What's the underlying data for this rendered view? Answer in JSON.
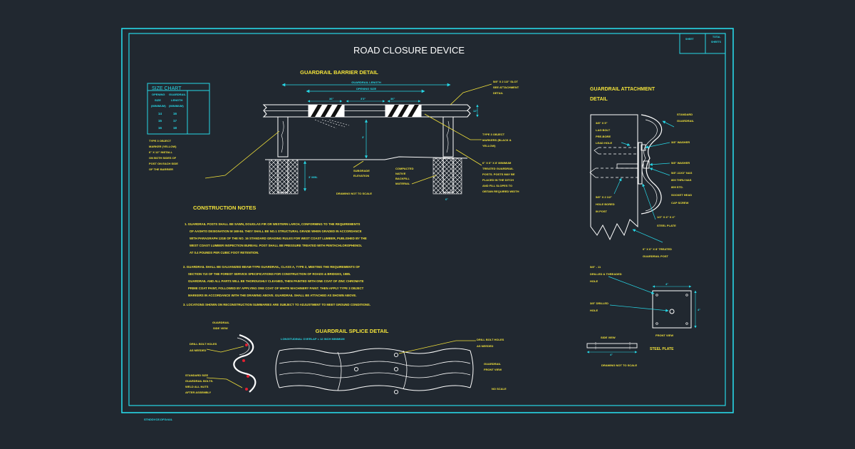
{
  "title": "ROAD CLOSURE DEVICE",
  "title_block": {
    "sheet": "SHEET",
    "total": "TOTAL",
    "sheets": "SHEETS"
  },
  "file_name": "STNDDVCE.DFG#AIL",
  "barrier": {
    "heading": "GUARDRAIL BARRIER DETAIL",
    "guardrail_length": "GUARDRAIL LENGTH",
    "opening_size": "OPENING SIZE",
    "dim_left": "36\"",
    "dim_mid": "3'3\"",
    "dim_right": "36\"",
    "dim_height": "12\"",
    "dim_post": "3'",
    "dim_min": "3' MIN.",
    "dim_base": "6\"",
    "bolt_note": [
      "5/8\" X 2 1/2\" SLOT",
      "SEE ATTACHMENT",
      "DETAIL"
    ],
    "markers_note": [
      "TYPE 3 OBJECT",
      "MARKERS (BLACK &",
      "YELLOW)"
    ],
    "post_note": [
      "6\" X 6\" X 8' MINIMUM",
      "TREATED GUARDRAIL",
      "POSTS. POSTS MAY BE",
      "PLACED IN THE DITCH",
      "AND FILL SLOPES TO",
      "OBTAIN REQUIRED WIDTH"
    ],
    "subgrade": [
      "SUBGRADE",
      "ELEVATION"
    ],
    "backfill": [
      "COMPACTED",
      "NATIVE",
      "BACKFILL",
      "MATERIAL"
    ],
    "object_marker": [
      "TYPE 3 OBJECT",
      "MARKER (YELLOW)",
      "6\" X 12\" INSTALL",
      "ON BOTH SIDES OF",
      "POST ON EACH SIDE",
      "OF THE BARRIER"
    ],
    "scale": "DRAWING NOT TO SCALE"
  },
  "size_chart": {
    "title": "SIZE CHART",
    "col1": [
      "OPENING",
      "SIZE",
      "(MINIMUM)"
    ],
    "col2": [
      "GUARDRAIL",
      "LENGTH",
      "(MINIMUM)"
    ],
    "rows": [
      [
        "14",
        "16"
      ],
      [
        "15",
        "17"
      ],
      [
        "16",
        "18"
      ]
    ]
  },
  "notes": {
    "heading": "CONSTRUCTION NOTES",
    "note1": [
      "1.  GUARDRAIL POSTS SHALL BE SAWN, DOUGLAS FIR OR WESTERN LARCH, CONFORMING TO THE REQUIREMENTS",
      "OF AASHTO DESIGNATION M 168-84.  THEY SHALL BE NO.1 STRUCTURAL GRADE WHEN GRADED IN ACCORDANCE",
      "WITH PARAGRAPH 131B OF THE NO. 16 STANDARD GRADING RULES FOR WEST COAST LUMBER, PUBLISHED BY THE",
      "WEST COAST LUMBER INSPECTION BUREAU.  POST SHALL BE PRESSURE TREATED WITH PENTACHLOROPHENOL",
      "AT 0.4 POUNDS PER CUBIC FOOT RETENTION."
    ],
    "note2": [
      "2.  GUARDRAIL SHALL BE GALVANIZED BEAM-TYPE GUARDRAIL, CLASS A, TYPE 2, MEETING THE REQUIREMENTS OF",
      "SECTION 710 OF THE FOREST SERVICE SPECIFICATIONS FOR CONSTRUCTION OF ROADS & BRIDGES, 1985.",
      "GUARDRAIL AND ALL PARTS WILL BE THOROUGHLY CLEANED, THEN PAINTED WITH ONE COAT OF ZINC CHROMATE",
      "PRIME COAT PAINT, FOLLOWED BY APPLYING ONE COAT OF WHITE MACHINERY PAINT.  THEN APPLY TYPE 3 OBJECT",
      "MARKERS IN ACCORDANCE WITH THE DRAWING ABOVE.  GUARDRAIL SHALL BE ATTACHED AS SHOWN ABOVE."
    ],
    "note3": "3.  LOCATIONS SHOWN ON RECONSTRUCTION SUMMARIES ARE SUBJECT TO ADJUSTMENT TO MEET GROUND CONDITIONS."
  },
  "splice": {
    "heading": "GUARDRAIL SPLICE DETAIL",
    "side_view": [
      "GUARDRAIL",
      "SIDE VIEW"
    ],
    "drill_left": [
      "DRILL BOLT HOLES",
      "AS NEEDED"
    ],
    "bolts": [
      "STANDARD SIZE",
      "GUARDRAIL BOLTS.",
      "WELD ALL NUTS",
      "AFTER ASSEMBLY"
    ],
    "overlap": "LONGITUDINAL OVERLAP = 12 INCH MINIMUM",
    "drill_right": [
      "DRILL BOLT HOLES",
      "AS NEEDED"
    ],
    "front_view": [
      "GUARDRAIL",
      "FRONT VIEW"
    ],
    "no_scale": "NO SCALE"
  },
  "attachment": {
    "heading": [
      "GUARDRAIL ATTACHMENT",
      "DETAIL"
    ],
    "standard": [
      "STANDARD",
      "GUARDRAIL"
    ],
    "lag_bolt": [
      "3/8\" X 5\"",
      "LAG BOLT",
      "PRE-BORE",
      "LEAD HOLE"
    ],
    "washer1": "3/8\" WASHER",
    "washer2": "5/8\" WASHER",
    "hex_nut": [
      "5/8\"-11X3\" NAS",
      "800 THRU NAS",
      "809 STD.",
      "SOCKET HEAD",
      "CAP SCREW"
    ],
    "hole": [
      "5/8\" X 2 1/2\"",
      "HOLE BORED",
      "IN POST"
    ],
    "plate_spec": "1/2\" X 4\" X 4\"",
    "steel_plate_lbl": "STEEL PLATE",
    "post": [
      "6\" X 6\" X 8' TREATED",
      "GUARDRAIL POST"
    ],
    "drilled_threaded": [
      "5/8\" - 11",
      "DRILLED & THREADED",
      "HOLE"
    ],
    "drilled": [
      "3/8\" DRILLED",
      "HOLE"
    ],
    "dim4a": "4\"",
    "dim4b": "4\"",
    "dim4c": "4\"",
    "front_view": "FRONT VIEW",
    "side_view": "SIDE VIEW",
    "steel_plate": "STEEL PLATE",
    "scale": "DRAWING NOT TO SCALE"
  },
  "colors": {
    "background": "#212830",
    "frame": "#27d7e6",
    "lines": "#ffffff",
    "text": "#f2e23a"
  }
}
